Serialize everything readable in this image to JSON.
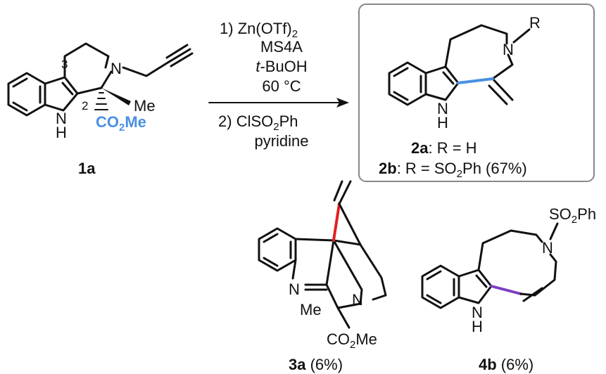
{
  "colors": {
    "ink": "#111111",
    "highlight_blue": "#4a90e2",
    "highlight_red": "#e02020",
    "highlight_purple": "#7b3fbf",
    "box_border": "#888888"
  },
  "sm": {
    "id": "1a",
    "atoms": {
      "n": "N",
      "nh_n": "N",
      "nh_h": "H",
      "me": "Me",
      "c3": "3",
      "c2": "2"
    },
    "ester": {
      "co": "CO",
      "sub": "2",
      "me": "Me"
    }
  },
  "conditions": {
    "step1": {
      "num": "1) ",
      "zn": "Zn(OTf)",
      "zn_sub": "2",
      "ms": "MS4A",
      "t": "t",
      "buoh": "-BuOH",
      "temp": "60 °C"
    },
    "step2": {
      "num": "2) ",
      "cl": "ClSO",
      "cl_sub": "2",
      "ph": "Ph",
      "base": "pyridine"
    }
  },
  "product": {
    "atoms": {
      "n": "N",
      "r": "R",
      "nh_n": "N",
      "nh_h": "H"
    },
    "a": {
      "id": "2a",
      "rest": ": R = H"
    },
    "b": {
      "id": "2b",
      "pre": ": R = SO",
      "sub": "2",
      "post": "Ph (67%)"
    }
  },
  "side3a": {
    "atoms": {
      "n_imine": "N",
      "n_ring": "N",
      "me": "Me"
    },
    "ester": {
      "co": "CO",
      "sub": "2",
      "me": "Me"
    },
    "id": "3a",
    "yield": " (6%)"
  },
  "side4b": {
    "atoms": {
      "n": "N",
      "so": "SO",
      "so_sub": "2",
      "ph": "Ph",
      "nh_n": "N",
      "nh_h": "H"
    },
    "id": "4b",
    "yield": " (6%)"
  }
}
